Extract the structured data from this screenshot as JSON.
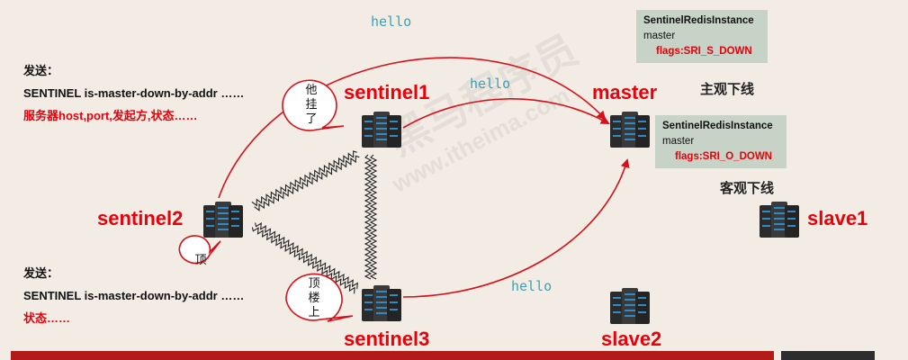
{
  "watermark": {
    "brand": "黑马程序员",
    "url": "www.itheima.com"
  },
  "nodes": {
    "sentinel1": "sentinel1",
    "sentinel2": "sentinel2",
    "sentinel3": "sentinel3",
    "master": "master",
    "slave1": "slave1",
    "slave2": "slave2"
  },
  "hello_labels": [
    "hello",
    "hello",
    "hello"
  ],
  "message_top": {
    "title": "发送：",
    "command": "SENTINEL is-master-down-by-addr ……",
    "detail": "服务器host,port,发起方,状态……"
  },
  "message_bottom": {
    "title": "发送：",
    "command": "SENTINEL is-master-down-by-addr ……",
    "detail": "状态……"
  },
  "bubbles": {
    "sentinel1": "他\n挂\n了",
    "sentinel2": "顶",
    "sentinel3": "顶\n楼\n上"
  },
  "state_subjective": {
    "class_name": "SentinelRedisInstance",
    "role": "master",
    "flags": "flags:SRI_S_DOWN",
    "verdict": "主观下线"
  },
  "state_objective": {
    "class_name": "SentinelRedisInstance",
    "role": "master",
    "flags": "flags:SRI_O_DOWN",
    "verdict": "客观下线"
  },
  "colors": {
    "arrow": "#d6101a",
    "label_red": "#e8000b",
    "state_box": "#c7d3c6",
    "footer_red": "#b31b1b",
    "footer_dark": "#2d2d2d"
  }
}
